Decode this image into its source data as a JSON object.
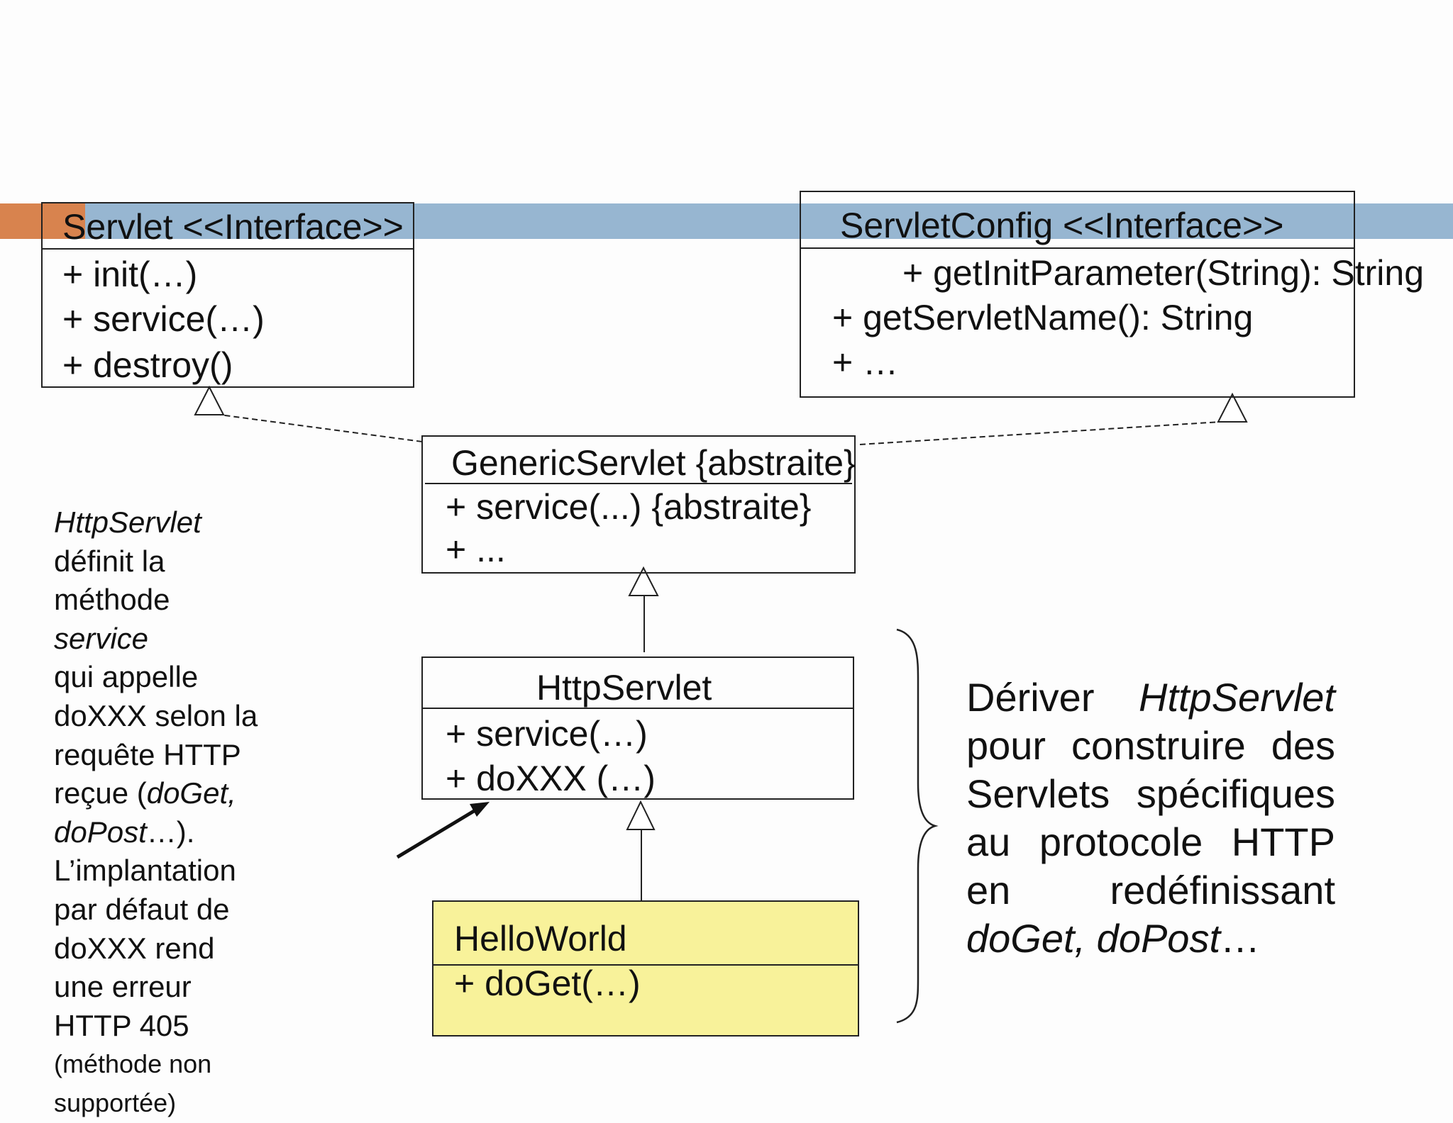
{
  "servlet": {
    "title": "Servlet <<Interface>>",
    "methods": [
      "+ init(…)",
      "+ service(…)",
      "+ destroy()"
    ]
  },
  "servlet_config": {
    "title": "ServletConfig <<Interface>>",
    "methods": [
      "+ getInitParameter(String): String",
      "+  getServletName(): String",
      "+ …"
    ]
  },
  "generic_servlet": {
    "title": "GenericServlet {abstraite}",
    "methods": [
      "+ service(...) {abstraite}",
      "+ ..."
    ]
  },
  "http_servlet": {
    "title": "HttpServlet",
    "methods": [
      "+ service(…)",
      "+ doXXX (…)"
    ]
  },
  "hello_world": {
    "title": "HelloWorld",
    "methods": [
      "+ doGet(…)"
    ]
  },
  "left_note": {
    "lines": [
      "HttpServlet",
      "définit la",
      "méthode",
      "service",
      "qui appelle",
      "doXXX selon la",
      "requête HTTP",
      "reçue (",
      "doGet,",
      "doPost",
      "…).",
      "L’implantation",
      "par défaut de",
      "doXXX rend",
      "une erreur",
      "HTTP 405",
      "(méthode non",
      "supportée)"
    ]
  },
  "right_note": {
    "w1": "Dériver",
    "w2": "HttpServlet",
    "w3": "pour",
    "w4": "construire",
    "w5": "des",
    "w6": "Servlets",
    "w7": "spécifiques",
    "w8": "au",
    "w9": "protocole",
    "w10": "HTTP",
    "w11": "en",
    "w12": "redéfinissant",
    "w13": "doGet, doPost",
    "w14": "…"
  },
  "colors": {
    "band_orange": "#d8834e",
    "band_blue": "#97b6d1",
    "hello_world_fill": "#f8f29a"
  }
}
